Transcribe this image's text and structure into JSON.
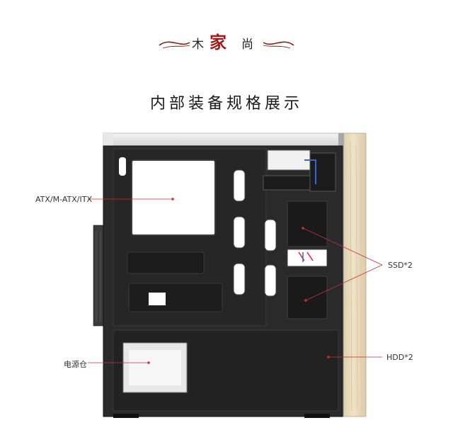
{
  "header": {
    "brand_left": "木",
    "brand_seal": "家",
    "brand_right": "尚",
    "section_title": "内部装备规格展示"
  },
  "callouts": {
    "motherboard": "ATX/M-ATX/ITX",
    "ssd": "SSD*2",
    "psu": "电源仓",
    "hdd": "HDD*2"
  },
  "colors": {
    "frame": "#2b2b2b",
    "panel": "#1f1f1f",
    "wood": "#e6d8b8",
    "seal": "#9b1c1c",
    "callout_line": "#c0343a"
  }
}
